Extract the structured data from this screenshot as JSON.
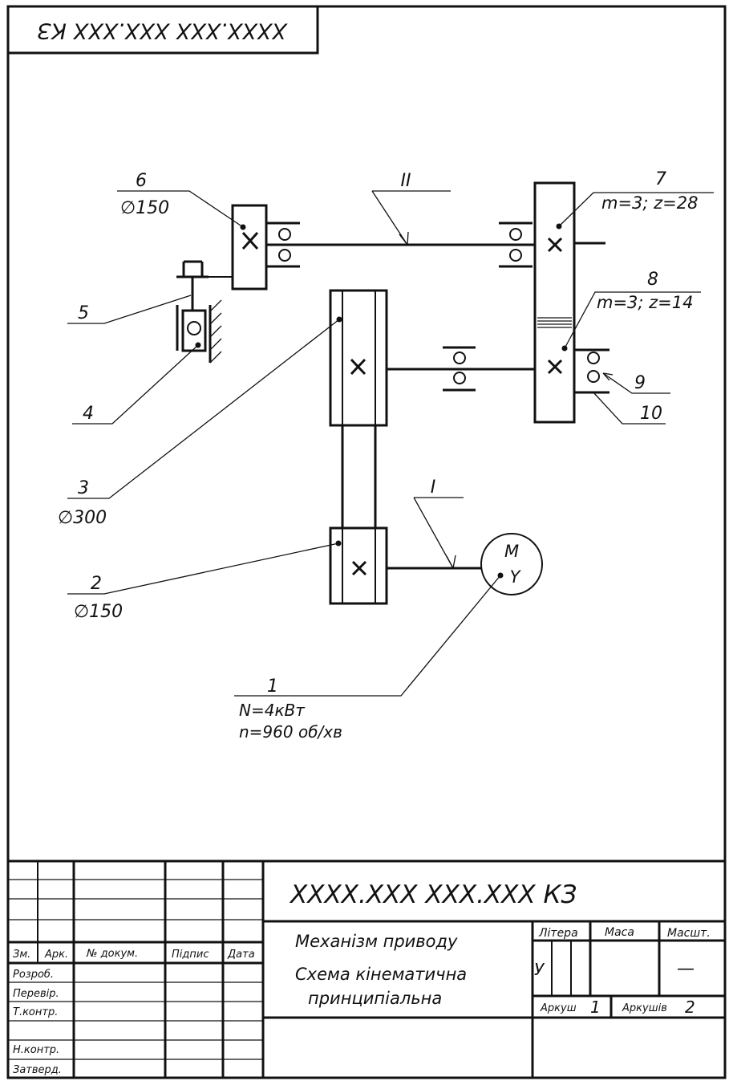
{
  "corner_stamp": "XXXX.XXX XXX.XXX КЗ",
  "shafts": {
    "shaft_1": "I",
    "shaft_2": "II"
  },
  "labels": {
    "l1": {
      "num": "1",
      "line1": "N=4кВт",
      "line2": "n=960 об/хв"
    },
    "l2": {
      "num": "2",
      "spec": "∅150"
    },
    "l3": {
      "num": "3",
      "spec": "∅300"
    },
    "l4": {
      "num": "4"
    },
    "l5": {
      "num": "5"
    },
    "l6": {
      "num": "6",
      "spec": "∅150"
    },
    "l7": {
      "num": "7",
      "spec": "m=3; z=28"
    },
    "l8": {
      "num": "8",
      "spec": "m=3; z=14"
    },
    "l9": {
      "num": "9"
    },
    "l10": {
      "num": "10"
    }
  },
  "motor": {
    "top": "M",
    "bottom": "Y"
  },
  "title_block": {
    "code": "XXXX.XXX XXX.XXX КЗ",
    "title_line1": "Механізм приводу",
    "title_line2": "Схема кінематична",
    "title_line3": "принципіальна",
    "col_headers": [
      "Зм.",
      "Арк.",
      "№ докум.",
      "Підпис",
      "Дата"
    ],
    "rows": [
      "Розроб.",
      "Перевір.",
      "Т.контр.",
      "",
      "Н.контр.",
      "Затверд."
    ],
    "litera_label": "Літера",
    "litera_value": "У",
    "masa_label": "Маса",
    "masht_label": "Масшт.",
    "masht_value": "—",
    "arkush_label": "Аркуш",
    "arkush_value": "1",
    "arkushiv_label": "Аркушів",
    "arkushiv_value": "2"
  }
}
